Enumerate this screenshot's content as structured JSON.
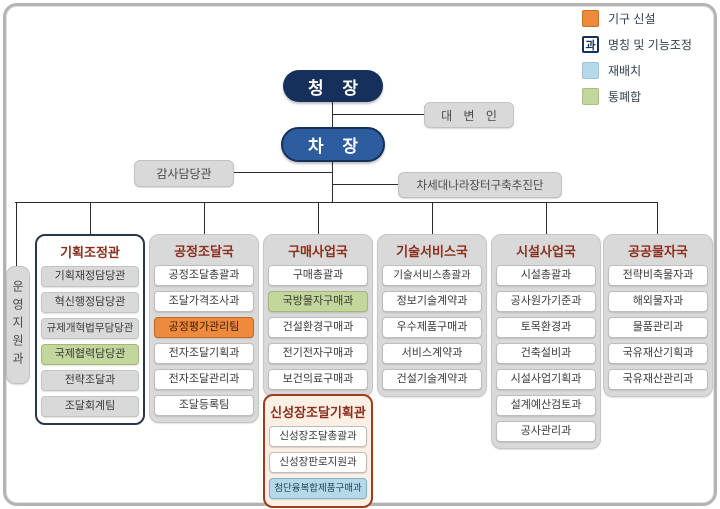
{
  "colors": {
    "navy": "#16305c",
    "blue": "#2e5d9f",
    "maroon": "#8b2e1e",
    "new_org_orange": "#ee8a3e",
    "merge_green": "#c3d69b",
    "relocate_blue": "#b5d9e9"
  },
  "legend": {
    "items": [
      {
        "label": "기구 신설",
        "type": "new",
        "swatch_text": ""
      },
      {
        "label": "명칭 및 기능조정",
        "type": "rename",
        "swatch_text": "과"
      },
      {
        "label": "재배치",
        "type": "relocate",
        "swatch_text": ""
      },
      {
        "label": "통폐합",
        "type": "merge",
        "swatch_text": ""
      }
    ]
  },
  "top": {
    "chief": "청 장",
    "deputy": "차 장",
    "spokesperson": "대 변 인",
    "audit": "감사담당관",
    "next_gen_taskforce": "차세대나라장터구축추진단",
    "operations_support": "운영지원과"
  },
  "columns": [
    {
      "title": "기획조정관",
      "style": "outlined",
      "items": [
        {
          "label": "기획재정담당관",
          "type": "none"
        },
        {
          "label": "혁신행정담당관",
          "type": "none"
        },
        {
          "label": "규제개혁법무담당관",
          "type": "none"
        },
        {
          "label": "국제협력담당관",
          "type": "merge"
        },
        {
          "label": "전략조달과",
          "type": "none"
        },
        {
          "label": "조달회계팀",
          "type": "none"
        }
      ]
    },
    {
      "title": "공정조달국",
      "style": "gray",
      "items": [
        {
          "label": "공정조달총괄과",
          "type": "none"
        },
        {
          "label": "조달가격조사과",
          "type": "none"
        },
        {
          "label": "공정평가관리팀",
          "type": "new"
        },
        {
          "label": "전자조달기획과",
          "type": "none"
        },
        {
          "label": "전자조달관리과",
          "type": "none"
        },
        {
          "label": "조달등록팀",
          "type": "none"
        }
      ]
    },
    {
      "title": "구매사업국",
      "style": "gray",
      "items": [
        {
          "label": "구매총괄과",
          "type": "none"
        },
        {
          "label": "국방물자구매과",
          "type": "merge"
        },
        {
          "label": "건설환경구매과",
          "type": "none"
        },
        {
          "label": "전기전자구매과",
          "type": "none"
        },
        {
          "label": "보건의료구매과",
          "type": "none"
        }
      ]
    },
    {
      "title": "기술서비스국",
      "style": "gray",
      "items": [
        {
          "label": "기술서비스총괄과",
          "type": "none"
        },
        {
          "label": "정보기술계약과",
          "type": "none"
        },
        {
          "label": "우수제품구매과",
          "type": "none"
        },
        {
          "label": "서비스계약과",
          "type": "none"
        },
        {
          "label": "건설기술계약과",
          "type": "none"
        }
      ]
    },
    {
      "title": "시설사업국",
      "style": "gray",
      "items": [
        {
          "label": "시설총괄과",
          "type": "none"
        },
        {
          "label": "공사원가기준과",
          "type": "none"
        },
        {
          "label": "토목환경과",
          "type": "none"
        },
        {
          "label": "건축설비과",
          "type": "none"
        },
        {
          "label": "시설사업기획과",
          "type": "none"
        },
        {
          "label": "설계예산검토과",
          "type": "none"
        },
        {
          "label": "공사관리과",
          "type": "none"
        }
      ]
    },
    {
      "title": "공공물자국",
      "style": "gray",
      "items": [
        {
          "label": "전략비축물자과",
          "type": "none"
        },
        {
          "label": "해외물자과",
          "type": "none"
        },
        {
          "label": "물품관리과",
          "type": "none"
        },
        {
          "label": "국유재산기획과",
          "type": "none"
        },
        {
          "label": "국유재산관리과",
          "type": "none"
        }
      ]
    }
  ],
  "sub_group": {
    "title": "신성장조달기획관",
    "items": [
      {
        "label": "신성장조달총괄과",
        "type": "none"
      },
      {
        "label": "신성장판로지원과",
        "type": "none"
      },
      {
        "label": "첨단융복합제품구매과",
        "type": "relocate"
      }
    ]
  }
}
